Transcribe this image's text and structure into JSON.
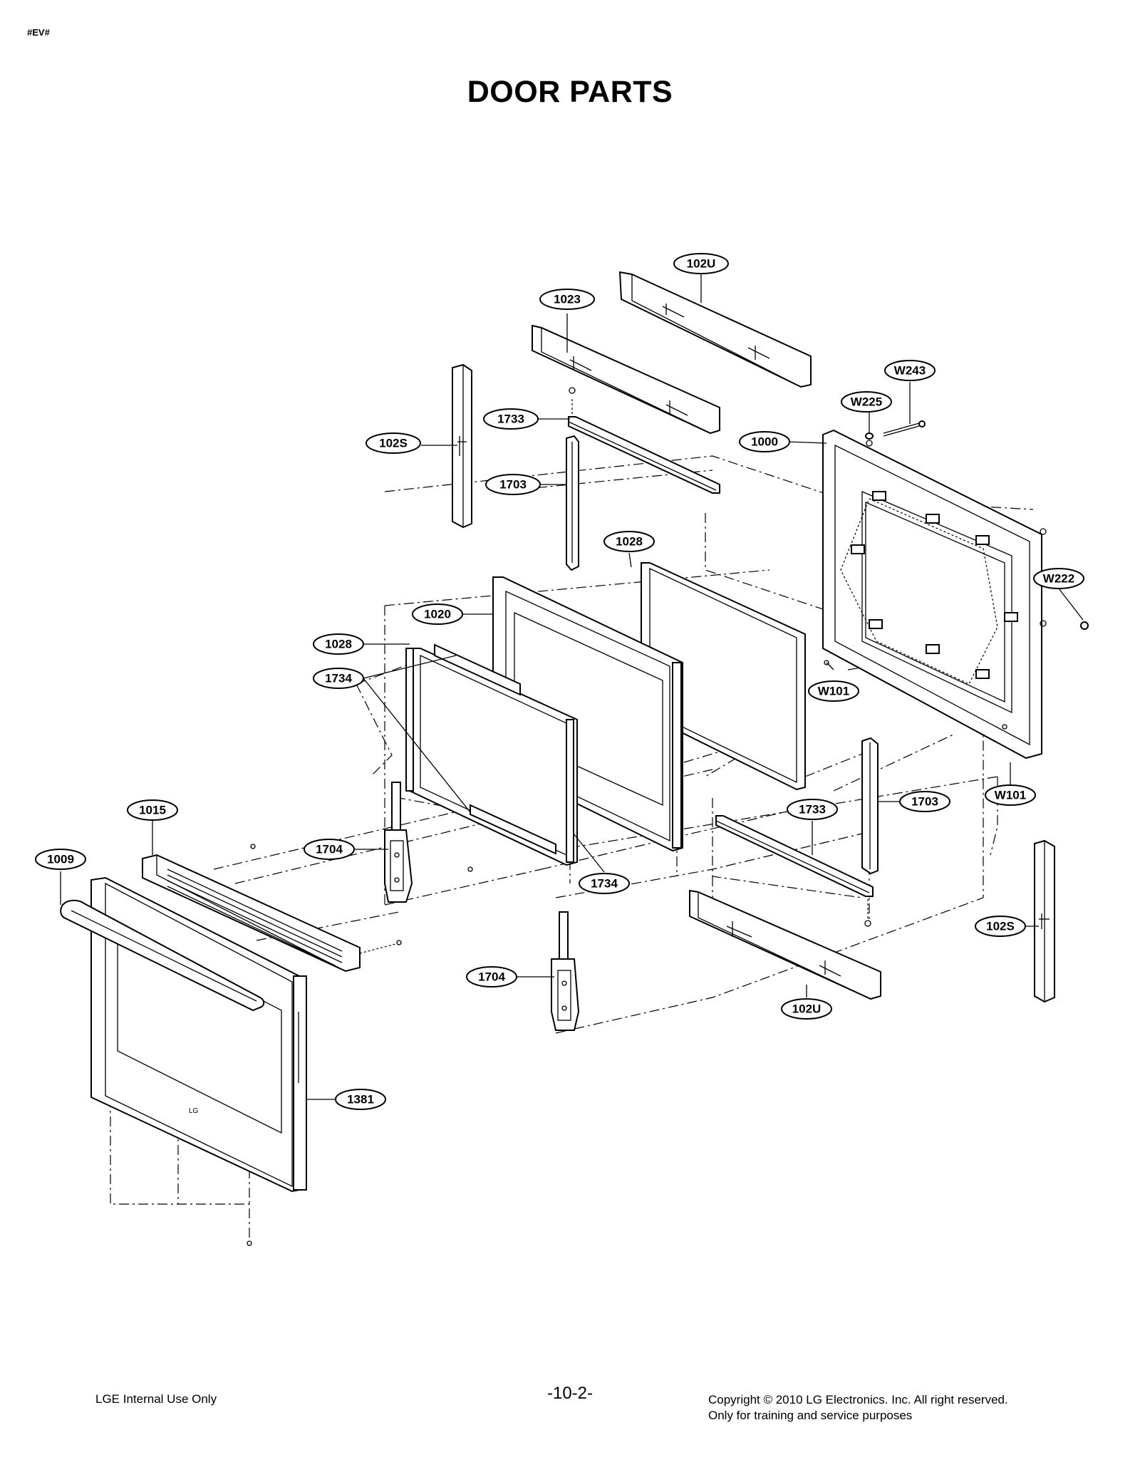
{
  "header": {
    "doc_code": "#EV#",
    "title": "DOOR PARTS"
  },
  "diagram": {
    "callouts": [
      {
        "id": "c-102u-top",
        "label": "102U"
      },
      {
        "id": "c-1023",
        "label": "1023"
      },
      {
        "id": "c-w243",
        "label": "W243"
      },
      {
        "id": "c-w225",
        "label": "W225"
      },
      {
        "id": "c-1733-top",
        "label": "1733"
      },
      {
        "id": "c-102s-left",
        "label": "102S"
      },
      {
        "id": "c-1000",
        "label": "1000"
      },
      {
        "id": "c-1703-top",
        "label": "1703"
      },
      {
        "id": "c-1028-top",
        "label": "1028"
      },
      {
        "id": "c-w222",
        "label": "W222"
      },
      {
        "id": "c-1020",
        "label": "1020"
      },
      {
        "id": "c-1028-left",
        "label": "1028"
      },
      {
        "id": "c-1734-left",
        "label": "1734"
      },
      {
        "id": "c-w101-mid",
        "label": "W101"
      },
      {
        "id": "c-1703-right",
        "label": "1703"
      },
      {
        "id": "c-w101-right",
        "label": "W101"
      },
      {
        "id": "c-1015",
        "label": "1015"
      },
      {
        "id": "c-1733-bottom",
        "label": "1733"
      },
      {
        "id": "c-1009",
        "label": "1009"
      },
      {
        "id": "c-1704-left",
        "label": "1704"
      },
      {
        "id": "c-1734-bottom",
        "label": "1734"
      },
      {
        "id": "c-102s-right",
        "label": "102S"
      },
      {
        "id": "c-1704-bottom",
        "label": "1704"
      },
      {
        "id": "c-102u-bottom",
        "label": "102U"
      },
      {
        "id": "c-1381",
        "label": "1381"
      }
    ]
  },
  "footer": {
    "left": "LGE Internal Use Only",
    "page": "-10-2-",
    "right_line1": "Copyright © 2010 LG Electronics. Inc. All right reserved.",
    "right_line2": "Only for training and service purposes"
  }
}
